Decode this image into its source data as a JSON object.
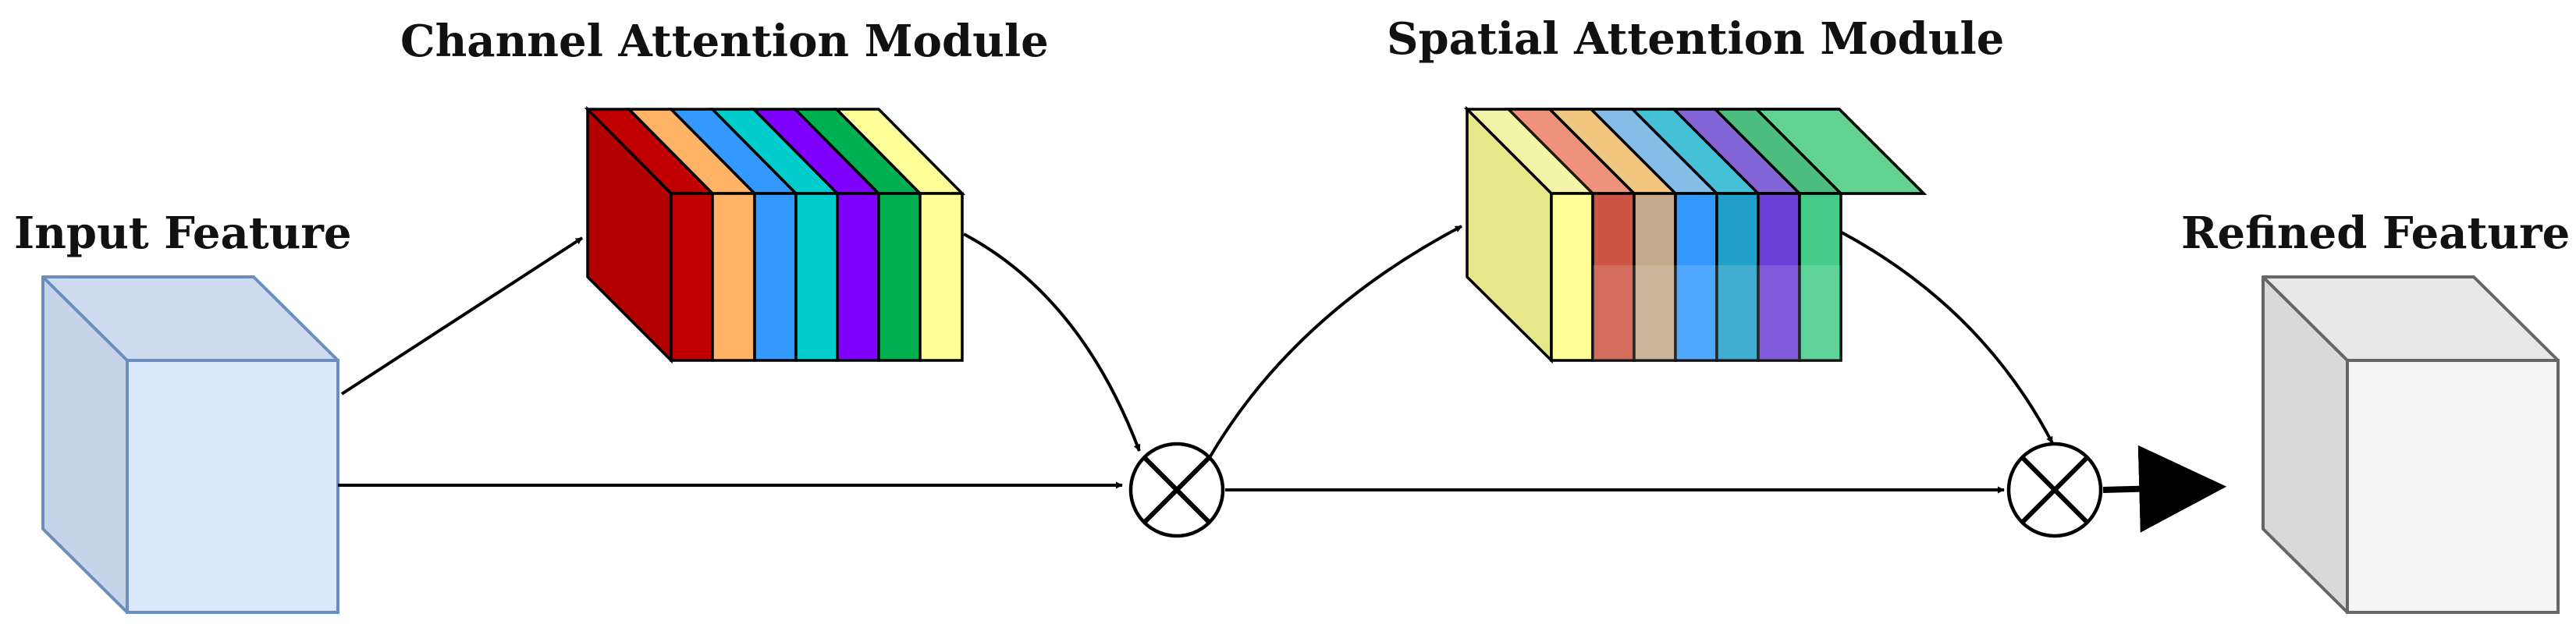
{
  "labels": {
    "input_feature": "Input Feature",
    "channel_module": "Channel Attention Module",
    "spatial_module": "Spatial Attention Module",
    "refined_feature": "Refined Feature"
  },
  "colors": {
    "input_cube_front": "#dae8fc",
    "input_cube_side": "#c7d3e9",
    "input_cube_top": "#cfdcf0",
    "input_cube_stroke": "#6c8ebf",
    "refined_cube_front": "#f5f5f5",
    "refined_cube_side": "#d9d9d9",
    "refined_cube_top": "#e8e8e8",
    "refined_cube_stroke": "#666666",
    "channel_slices": [
      "#c00000",
      "#c00000",
      "#ffb366",
      "#3399ff",
      "#00cccc",
      "#8000ff",
      "#00b050",
      "#ffff99"
    ],
    "spatial_slices": [
      "#e6e68a",
      "#ffff99",
      "#cc5544",
      "#c4a98a",
      "#3399ff",
      "#20a0c8",
      "#6a40d8",
      "#44cc88"
    ]
  },
  "icons": [
    "multiply-circle-icon",
    "multiply-circle-icon"
  ]
}
